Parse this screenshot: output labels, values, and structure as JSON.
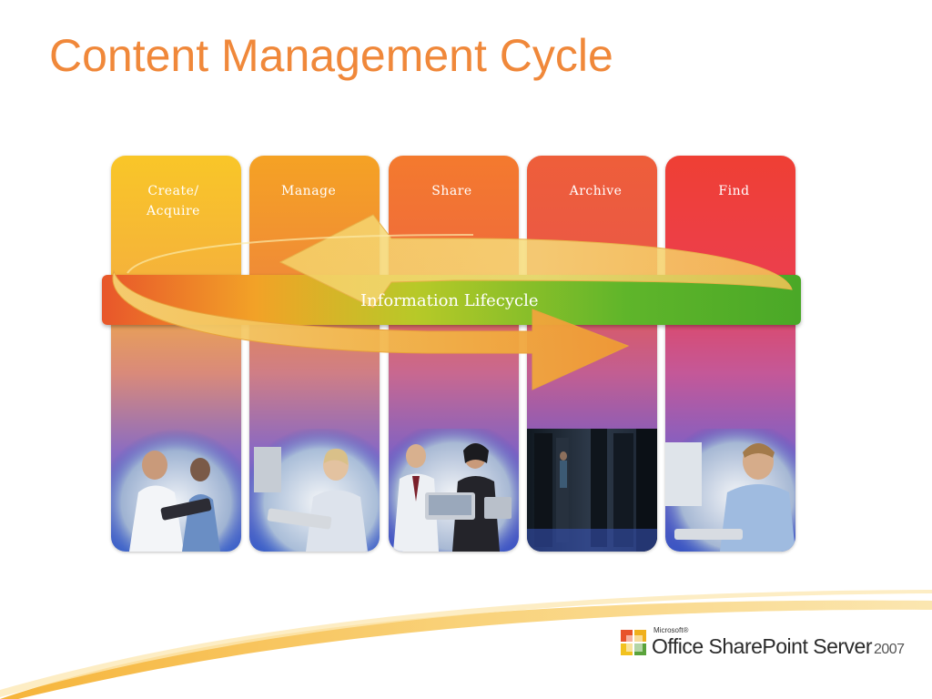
{
  "slide": {
    "title": "Content Management Cycle"
  },
  "stages": [
    {
      "label": "Create/\nAcquire",
      "top_color": "#f9c628",
      "bottom_color": "#3b62c9"
    },
    {
      "label": "Manage",
      "top_color": "#f5a224",
      "bottom_color": "#3a5fc8"
    },
    {
      "label": "Share",
      "top_color": "#f47a2e",
      "bottom_color": "#3d56c4"
    },
    {
      "label": "Archive",
      "top_color": "#ee5e3a",
      "bottom_color": "#3c4fbf"
    },
    {
      "label": "Find",
      "top_color": "#ef3f34",
      "bottom_color": "#3a56c3"
    }
  ],
  "lifecycle": {
    "label": "Information Lifecycle"
  },
  "logo": {
    "microsoft": "Microsoft®",
    "product": "Office SharePoint Server",
    "year": "2007"
  },
  "icons": {
    "logo_mark": "office-logo-icon"
  }
}
